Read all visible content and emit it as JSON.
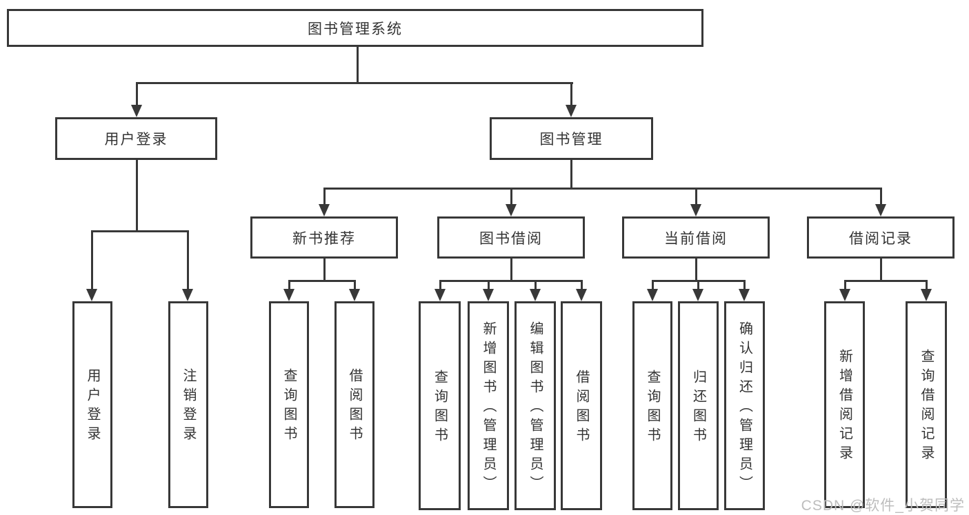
{
  "diagram_title": "图书管理系统",
  "nodes": {
    "root": "图书管理系统",
    "user_login": "用户登录",
    "book_mgmt": "图书管理",
    "new_book_rec": "新书推荐",
    "book_borrow": "图书借阅",
    "current_borrow": "当前借阅",
    "borrow_records": "借阅记录",
    "leaf_user_login": "用户登录",
    "leaf_logout": "注销登录",
    "leaf_query_book_1": "查询图书",
    "leaf_borrow_book_1": "借阅图书",
    "leaf_query_book_2": "查询图书",
    "leaf_add_book": "新增图书（管理员）",
    "leaf_edit_book": "编辑图书（管理员）",
    "leaf_borrow_book_2": "借阅图书",
    "leaf_query_book_3": "查询图书",
    "leaf_return_book": "归还图书",
    "leaf_confirm_return": "确认归还（管理员）",
    "leaf_add_record": "新增借阅记录",
    "leaf_query_record": "查询借阅记录"
  },
  "watermark": "CSDN @软件_小贺同学",
  "colors": {
    "line": "#383838",
    "box_border": "#383838",
    "text": "#333333",
    "watermark": "#bdbdbd",
    "background": "#ffffff"
  }
}
